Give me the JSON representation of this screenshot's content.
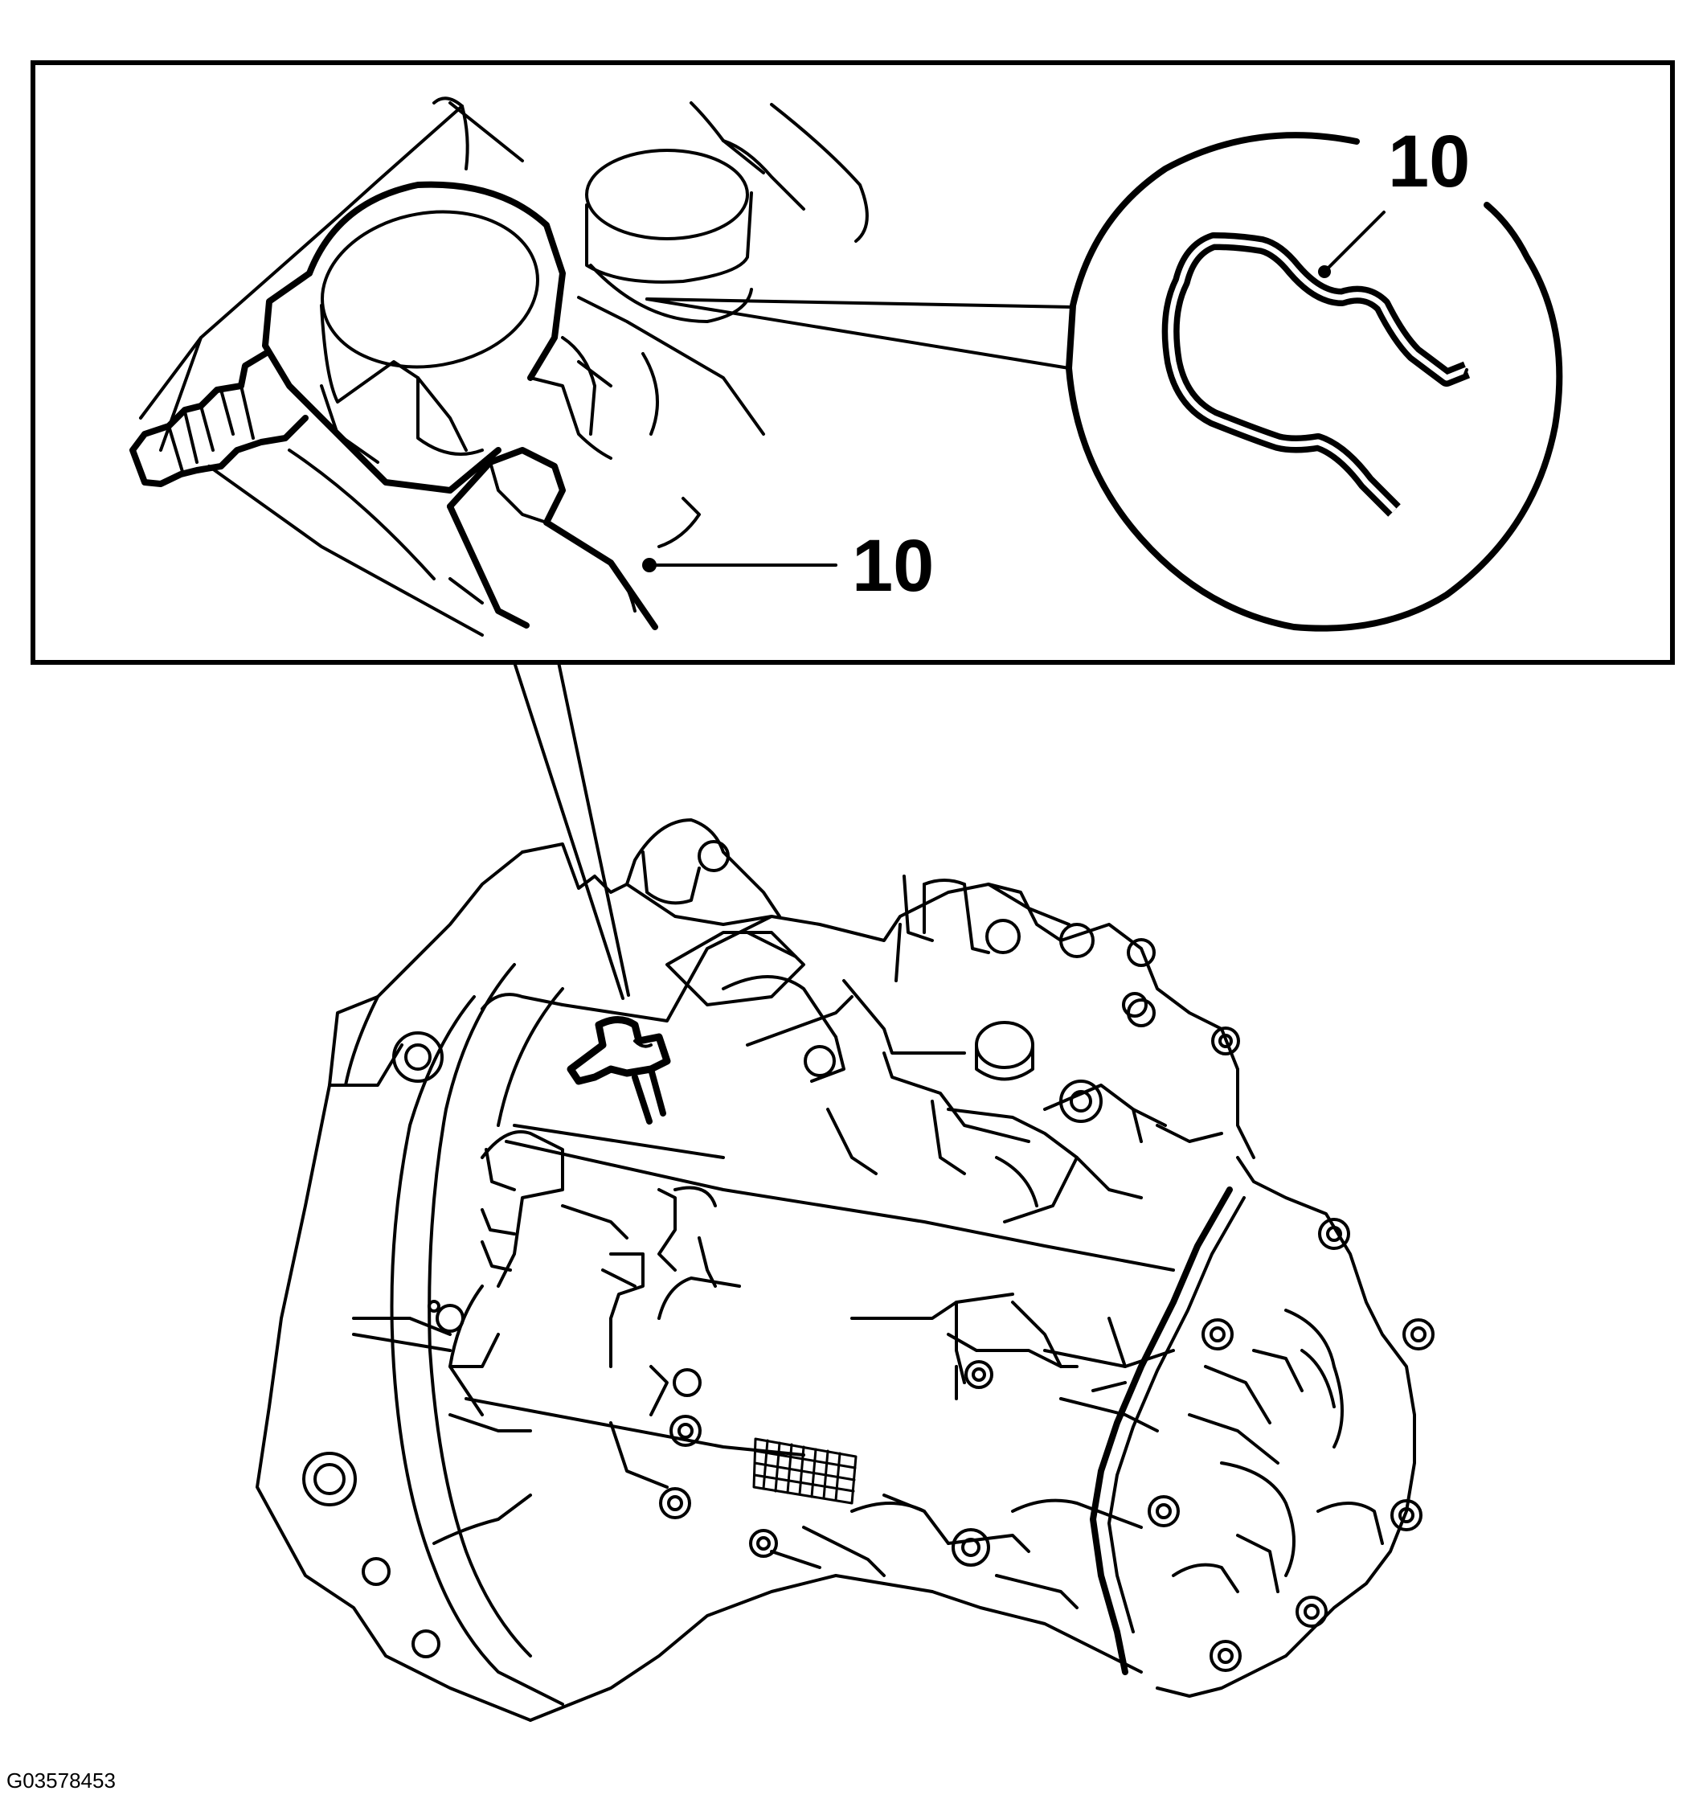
{
  "figure": {
    "callouts": [
      {
        "id": "upper",
        "text": "10"
      },
      {
        "id": "inset",
        "text": "10"
      }
    ],
    "image_code": "G03578453"
  },
  "colors": {
    "line": "#000000",
    "background": "#ffffff"
  }
}
